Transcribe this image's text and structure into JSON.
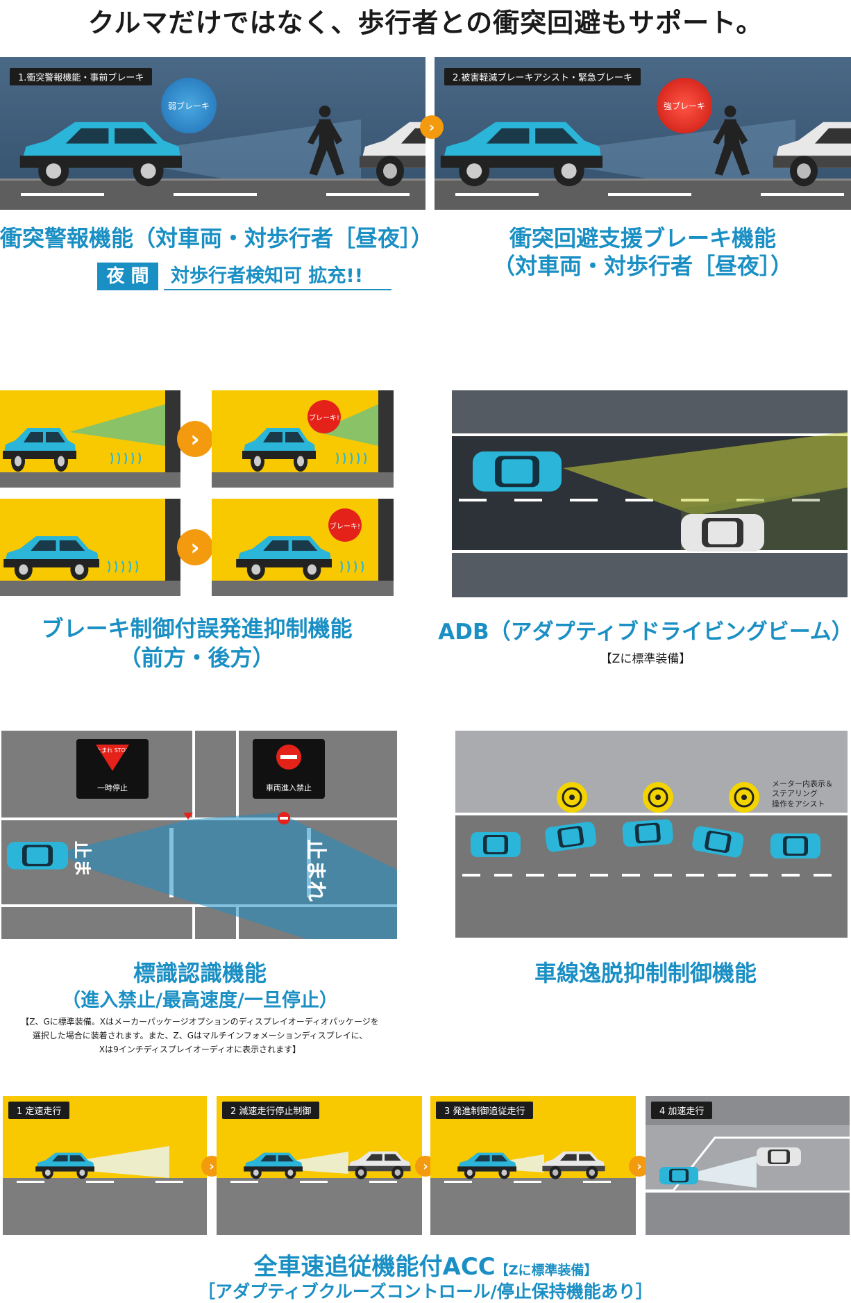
{
  "headline": "クルマだけではなく、歩行者との衝突回避もサポート。",
  "section1": {
    "panel1_tag": "1.衝突警報機能・事前ブレーキ",
    "panel1_bubble": "弱ブレーキ",
    "panel2_tag": "2.被害軽減ブレーキアシスト・緊急ブレーキ",
    "panel2_bubble": "強ブレーキ",
    "caption_left": "衝突警報機能（対車両・対歩行者［昼夜］）",
    "night_badge": "夜 間",
    "night_text": "対歩行者検知可 拡充!!",
    "caption_right_line1": "衝突回避支援ブレーキ機能",
    "caption_right_line2": "（対車両・対歩行者［昼夜］）"
  },
  "section2": {
    "bubble_front": "ブレーキ!",
    "bubble_rear": "ブレーキ!",
    "caption_line1": "ブレーキ制御付誤発進抑制機能",
    "caption_line2": "（前方・後方）",
    "adb_caption": "ADB（アダプティブドライビングビーム）",
    "adb_note": "【Zに標準装備】"
  },
  "section3": {
    "sign_stop_label": "止まれ STOP",
    "sign_stop_caption": "一時停止",
    "sign_noentry_caption": "車両進入禁止",
    "road_text_left": "止ま",
    "road_text_right": "止まれ",
    "caption_line1": "標識認識機能",
    "caption_line2": "（進入禁止/最高速度/一旦停止）",
    "note_line1": "【Z、Gに標準装備。Xはメーカーパッケージオプションのディスプレイオーディオパッケージを",
    "note_line2": "選択した場合に装着されます。また、Z、Gはマルチインフォメーションディスプレイに、",
    "note_line3": "Xは9インチディスプレイオーディオに表示されます】",
    "lane_note": "メーター内表示＆\nステアリング\n操作をアシスト",
    "lane_caption": "車線逸脱抑制制御機能"
  },
  "section4": {
    "tag1": "1 定速走行",
    "tag2": "2 減速走行停止制御",
    "tag3": "3 発進制御追従走行",
    "tag4": "4 加速走行",
    "caption_main": "全車速追従機能付ACC",
    "caption_note": "【Zに標準装備】",
    "caption_line2": "［アダプティブクルーズコントロール/停止保持機能あり］"
  },
  "colors": {
    "accent_blue": "#1a8fc4",
    "car_blue": "#2bb5d8",
    "yellow_bg": "#f8c800",
    "orange_chevron": "#f39a0f",
    "red_bubble": "#e4221a",
    "night_blue": "#3d5570"
  }
}
